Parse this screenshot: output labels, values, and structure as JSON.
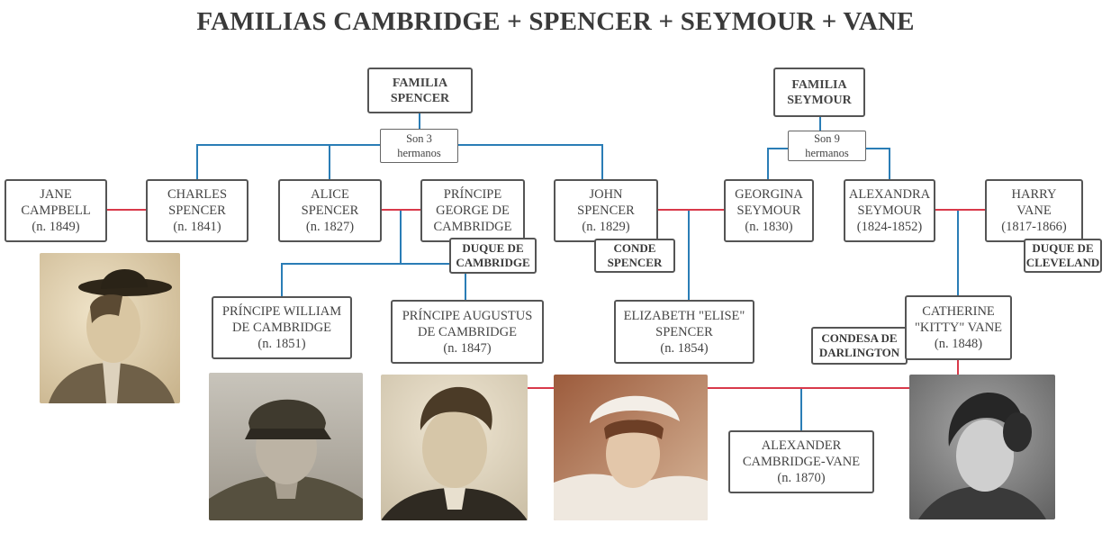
{
  "title": "FAMILIAS CAMBRIDGE + SPENCER + SEYMOUR + VANE",
  "families": {
    "spencer": "FAMILIA\nSPENCER",
    "seymour": "FAMILIA\nSEYMOUR"
  },
  "siblings": {
    "spencer": "Son 3\nhermanos",
    "seymour": "Son 9\nhermanos"
  },
  "people": {
    "jane_campbell": {
      "name": "JANE\nCAMPBELL",
      "born": "(n. 1849)"
    },
    "charles_spencer": {
      "name": "CHARLES\nSPENCER",
      "born": "(n. 1841)"
    },
    "alice_spencer": {
      "name": "ALICE\nSPENCER",
      "born": "(n. 1827)"
    },
    "george_cambridge": {
      "name": "PRÍNCIPE\nGEORGE DE\nCAMBRIDGE",
      "born": ""
    },
    "john_spencer": {
      "name": "JOHN\nSPENCER",
      "born": "(n. 1829)"
    },
    "georgina_seymour": {
      "name": "GEORGINA\nSEYMOUR",
      "born": "(n. 1830)"
    },
    "alexandra_seymour": {
      "name": "ALEXANDRA\nSEYMOUR",
      "born": "(1824-1852)"
    },
    "harry_vane": {
      "name": "HARRY\nVANE",
      "born": "(1817-1866)"
    },
    "william_cambridge": {
      "name": "PRÍNCIPE WILLIAM\nDE CAMBRIDGE",
      "born": "(n. 1851)"
    },
    "augustus_cambridge": {
      "name": "PRÍNCIPE AUGUSTUS\nDE CAMBRIDGE",
      "born": "(n. 1847)"
    },
    "elise_spencer": {
      "name": "ELIZABETH \"ELISE\"\nSPENCER",
      "born": "(n. 1854)"
    },
    "kitty_vane": {
      "name": "CATHERINE\n\"KITTY\" VANE",
      "born": "(n. 1848)"
    },
    "alexander_cv": {
      "name": "ALEXANDER\nCAMBRIDGE-VANE",
      "born": "(n. 1870)"
    }
  },
  "titles": {
    "duque_cambridge": "DUQUE DE\nCAMBRIDGE",
    "conde_spencer": "CONDE\nSPENCER",
    "duque_cleveland": "DUQUE DE\nCLEVELAND",
    "condesa_darlington": "CONDESA DE\nDARLINGTON"
  },
  "colors": {
    "descent_line": "#2a7db6",
    "marriage_line": "#d9394a",
    "box_border": "#555555"
  }
}
